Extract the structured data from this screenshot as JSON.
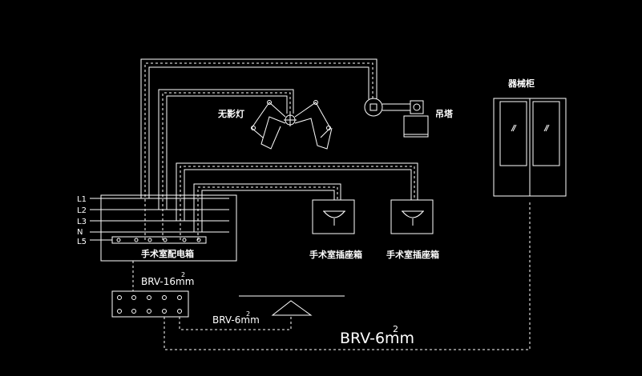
{
  "labels": {
    "shadowless_lamp": "无影灯",
    "pendant": "吊塔",
    "instrument_cabinet": "器械柜",
    "distribution_box": "手术室配电箱",
    "socket_box_1": "手术室插座箱",
    "socket_box_2": "手术室插座箱"
  },
  "bus_lines": [
    "L1",
    "L2",
    "L3",
    "N",
    "L5"
  ],
  "cables": {
    "brv16": {
      "text": "BRV-16mm",
      "sup": "2"
    },
    "brv6_small": {
      "text": "BRV-6mm",
      "sup": "2"
    },
    "brv6_large": {
      "text": "BRV-6mm",
      "sup": "2"
    }
  },
  "colors": {
    "background": "#000000",
    "line": "#ffffff"
  }
}
